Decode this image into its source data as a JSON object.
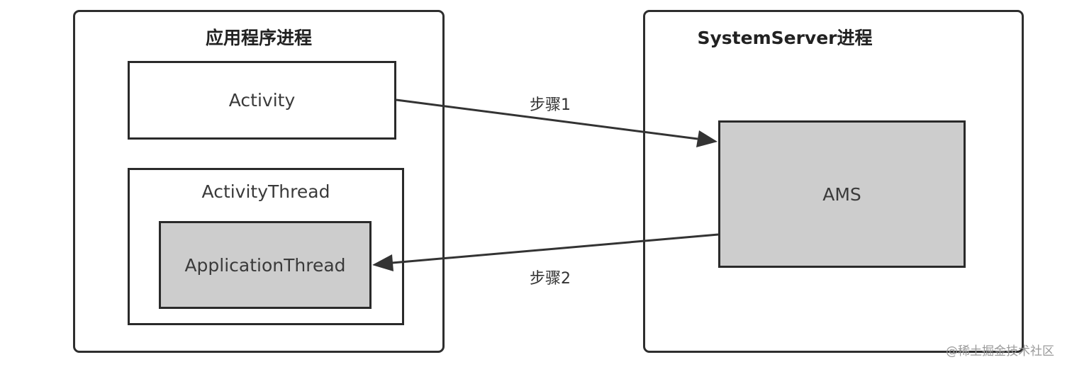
{
  "app_process": {
    "title": "应用程序进程",
    "activity": "Activity",
    "activity_thread": "ActivityThread",
    "application_thread": "ApplicationThread"
  },
  "system_server": {
    "title": "SystemServer进程",
    "ams": "AMS"
  },
  "steps": {
    "step1": "步骤1",
    "step2": "步骤2"
  },
  "watermark": "@稀土掘金技术社区",
  "colors": {
    "border": "#2e2e2e",
    "shaded_fill": "#cdcdcd",
    "arrow": "#333333"
  }
}
